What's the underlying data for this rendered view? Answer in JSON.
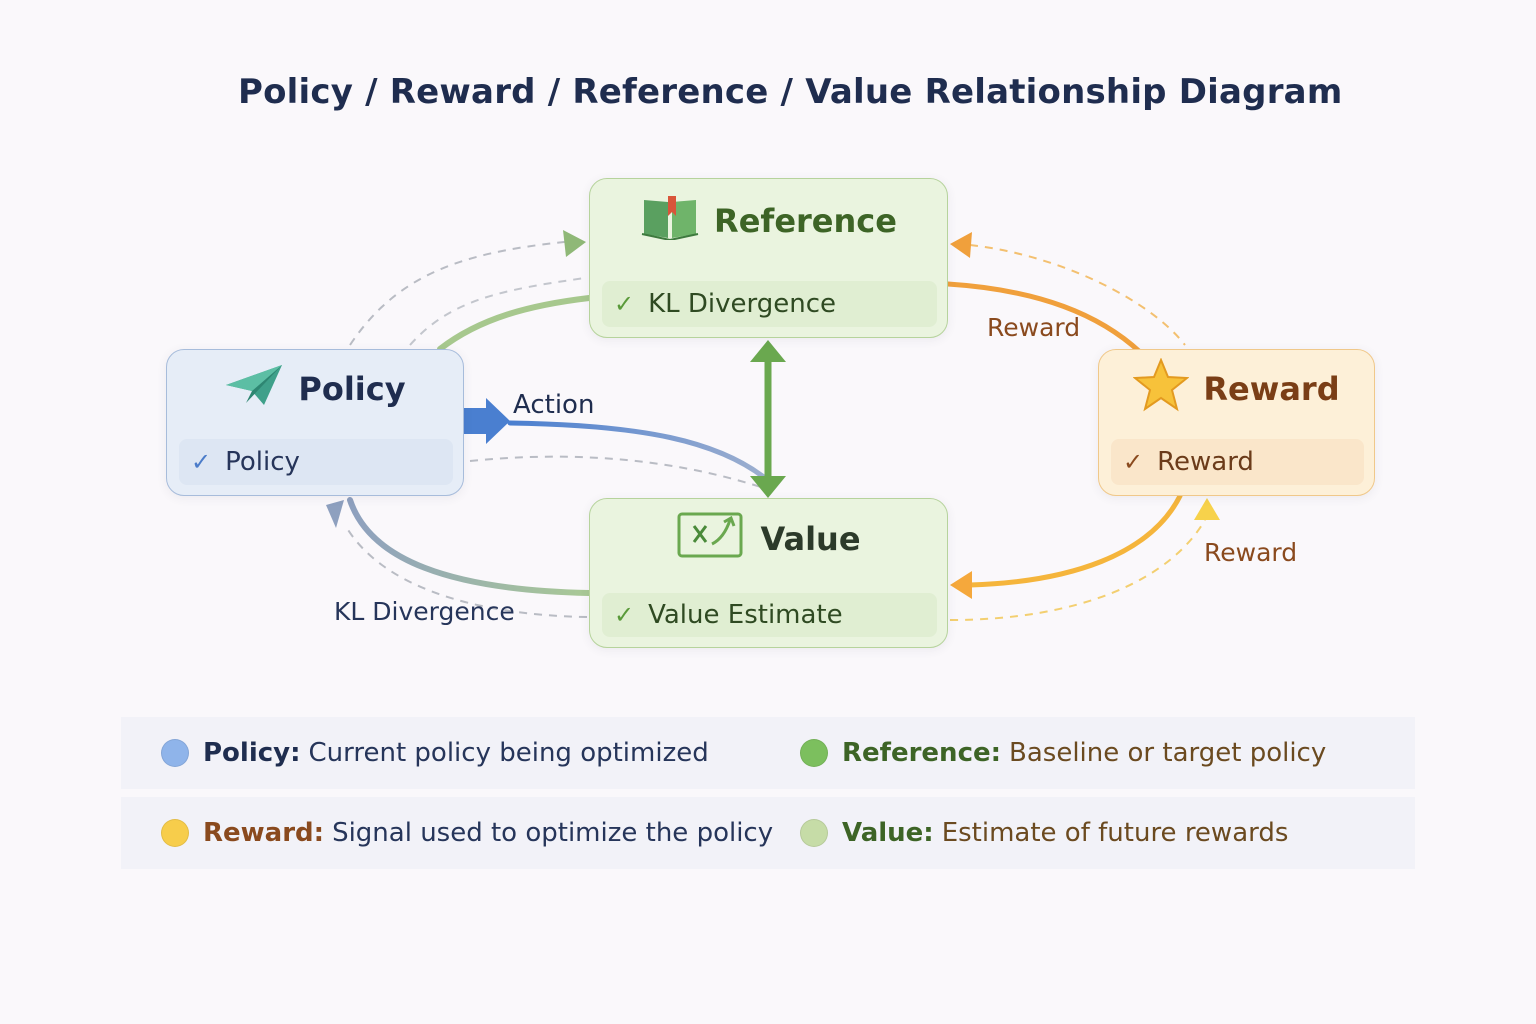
{
  "title": "Policy / Reward / Reference / Value Relationship Diagram",
  "nodes": {
    "reference": {
      "title": "Reference",
      "item": "KL Divergence",
      "icon": "book-icon"
    },
    "policy": {
      "title": "Policy",
      "item": "Policy",
      "icon": "paper-plane-icon"
    },
    "reward": {
      "title": "Reward",
      "item": "Reward",
      "icon": "star-icon"
    },
    "value": {
      "title": "Value",
      "item": "Value Estimate",
      "icon": "chart-board-icon"
    }
  },
  "edge_labels": {
    "action": "Action",
    "reward_top": "Reward",
    "reward_bottom": "Reward",
    "kl_divergence": "KL Divergence"
  },
  "legend": [
    {
      "name": "Policy:",
      "desc": "Current policy being optimized",
      "color": "#8fb4ea"
    },
    {
      "name": "Reference:",
      "desc": "Baseline or target policy",
      "color": "#7cbf5e"
    },
    {
      "name": "Reward:",
      "desc": "Signal used to optimize the policy",
      "color": "#f7cd4b"
    },
    {
      "name": "Value:",
      "desc": "Estimate of future rewards",
      "color": "#c6dca7"
    }
  ],
  "colors": {
    "policy": "#4a7fd0",
    "reference": "#6aa84f",
    "reward": "#f0a03c",
    "value": "#8fb877"
  }
}
